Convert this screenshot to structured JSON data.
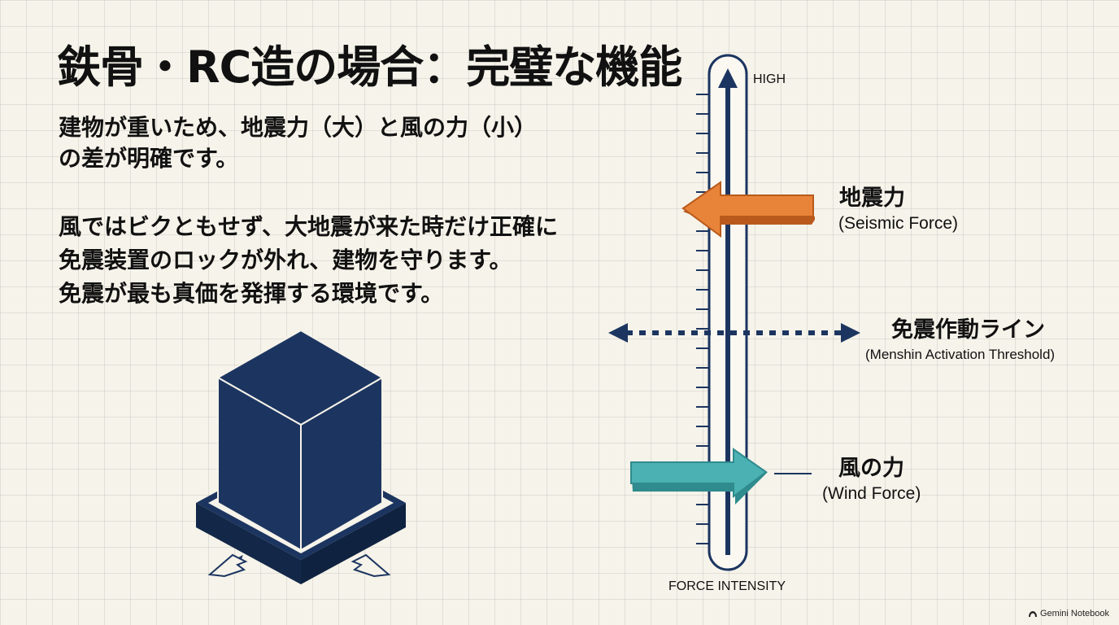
{
  "title": "鉄骨・RC造の場合：完璧な機能",
  "lead": [
    "建物が重いため、地震力（大）と風の力（小）",
    "の差が明確です。"
  ],
  "body": [
    "風ではビクともせず、大地震が来た時だけ正確に",
    "免震装置のロックが外れ、建物を守ります。",
    "免震が最も真価を発揮する環境です。"
  ],
  "scale": {
    "top_label": "HIGH",
    "bottom_label": "FORCE INTENSITY"
  },
  "labels": {
    "seismic": {
      "jp": "地震力",
      "en": "(Seismic Force)",
      "color": "#e8833a"
    },
    "threshold": {
      "jp": "免震作動ライン",
      "en": "(Menshin Activation Threshold)",
      "color": "#1c3560"
    },
    "wind": {
      "jp": "風の力",
      "en": "(Wind Force)",
      "color": "#4bb1b3"
    }
  },
  "colors": {
    "navy": "#1c3560",
    "background": "#f6f3ea"
  },
  "brand": {
    "icon": "gemini-notebook-icon",
    "text": "Gemini Notebook"
  }
}
